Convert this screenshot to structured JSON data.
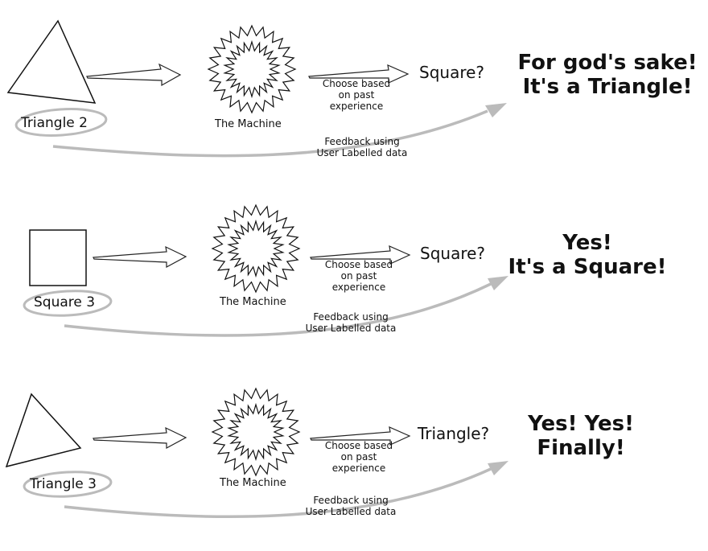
{
  "common": {
    "machine_label": "The Machine",
    "choose_line1": "Choose based",
    "choose_line2": "on past",
    "choose_line3": "experience",
    "feedback_line1": "Feedback using",
    "feedback_line2": "User Labelled data"
  },
  "rows": [
    {
      "shape": "triangle",
      "shape_label": "Triangle 2",
      "guess": "Square?",
      "reaction_line1": "For god's sake!",
      "reaction_line2": "It's a Triangle!"
    },
    {
      "shape": "square",
      "shape_label": "Square 3",
      "guess": "Square?",
      "reaction_line1": "Yes!",
      "reaction_line2": "It's a Square!"
    },
    {
      "shape": "triangle",
      "shape_label": "Triangle 3",
      "guess": "Triangle?",
      "reaction_line1": "Yes! Yes!",
      "reaction_line2": "Finally!"
    }
  ]
}
